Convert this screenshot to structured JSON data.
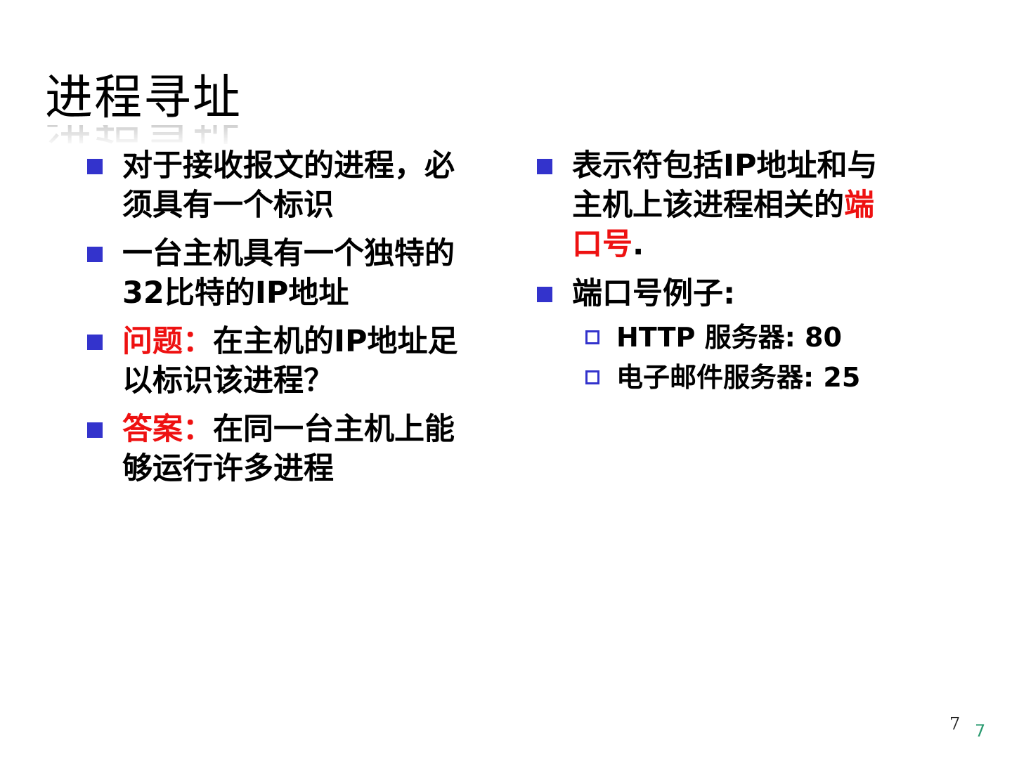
{
  "title": "进程寻址",
  "left_items": [
    {
      "lines": [
        "对于接收报文的进程，必",
        "须具有一个标识"
      ]
    },
    {
      "lines": [
        "一台主机具有一个独特的",
        "32比特的IP地址"
      ]
    },
    {
      "red": "问题：",
      "rest": "在主机的IP地址足",
      "line2": "以标识该进程？"
    },
    {
      "red": "答案：",
      "rest": "在同一台主机上能",
      "line2": "够运行许多进程"
    }
  ],
  "right_items": [
    {
      "line1": "表示符包括IP地址和与",
      "line2a": "主机上该进程相关的",
      "line2red": "端",
      "line3red": "口号",
      "line3": "."
    },
    {
      "line1": "端口号例子:"
    }
  ],
  "sub_items": [
    "HTTP 服务器: 80",
    "电子邮件服务器: 25"
  ],
  "page_number": "7",
  "page_number_footer": "7",
  "colors": {
    "bullet": "#3333cc",
    "highlight": "#ee1111",
    "footer_number": "#2a9a70"
  }
}
